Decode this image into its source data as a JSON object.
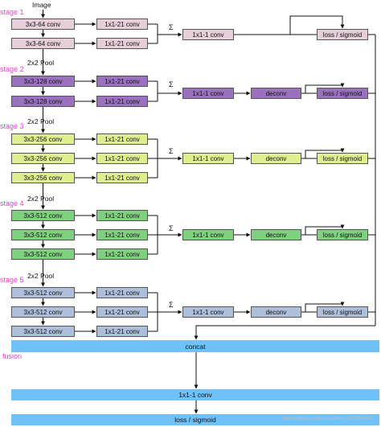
{
  "input_label": "Image",
  "pool_label": "2x2 Pool",
  "sum_symbol": "Σ",
  "colors": {
    "stage_label": "#e040c8",
    "s1": "#e6cfd9",
    "s2": "#9a71be",
    "s3": "#dfee8e",
    "s4": "#7fd07f",
    "s5": "#aebfdc",
    "fusion": "#6fc1f7"
  },
  "stages": [
    {
      "label": "stage 1",
      "conv": [
        "3x3-64 conv",
        "3x3-64 conv"
      ],
      "side": "1x1-21 conv",
      "merge": "1x1-1 conv",
      "deconv": "",
      "loss": "loss / sigmoid"
    },
    {
      "label": "stage 2",
      "conv": [
        "3x3-128 conv",
        "3x3-128 conv"
      ],
      "side": "1x1-21 conv",
      "merge": "1x1-1 conv",
      "deconv": "deconv",
      "loss": "loss / sigmoid"
    },
    {
      "label": "stage 3",
      "conv": [
        "3x3-256 conv",
        "3x3-256 conv",
        "3x3-256 conv"
      ],
      "side": "1x1-21 conv",
      "merge": "1x1-1 conv",
      "deconv": "deconv",
      "loss": "loss / sigmoid"
    },
    {
      "label": "stage 4",
      "conv": [
        "3x3-512 conv",
        "3x3-512 conv",
        "3x3-512 conv"
      ],
      "side": "1x1-21 conv",
      "merge": "1x1-1 conv",
      "deconv": "deconv",
      "loss": "loss / sigmoid"
    },
    {
      "label": "stage 5",
      "conv": [
        "3x3-512 conv",
        "3x3-512 conv",
        "3x3-512 conv"
      ],
      "side": "1x1-21 conv",
      "merge": "1x1-1 conv",
      "deconv": "deconv",
      "loss": "loss / sigmoid"
    }
  ],
  "fusion": {
    "label": "fusion",
    "concat": "concat",
    "conv": "1x1-1 conv",
    "loss": "loss / sigmoid"
  },
  "watermark": "https://blog.csdn.net/weixin_42900404"
}
